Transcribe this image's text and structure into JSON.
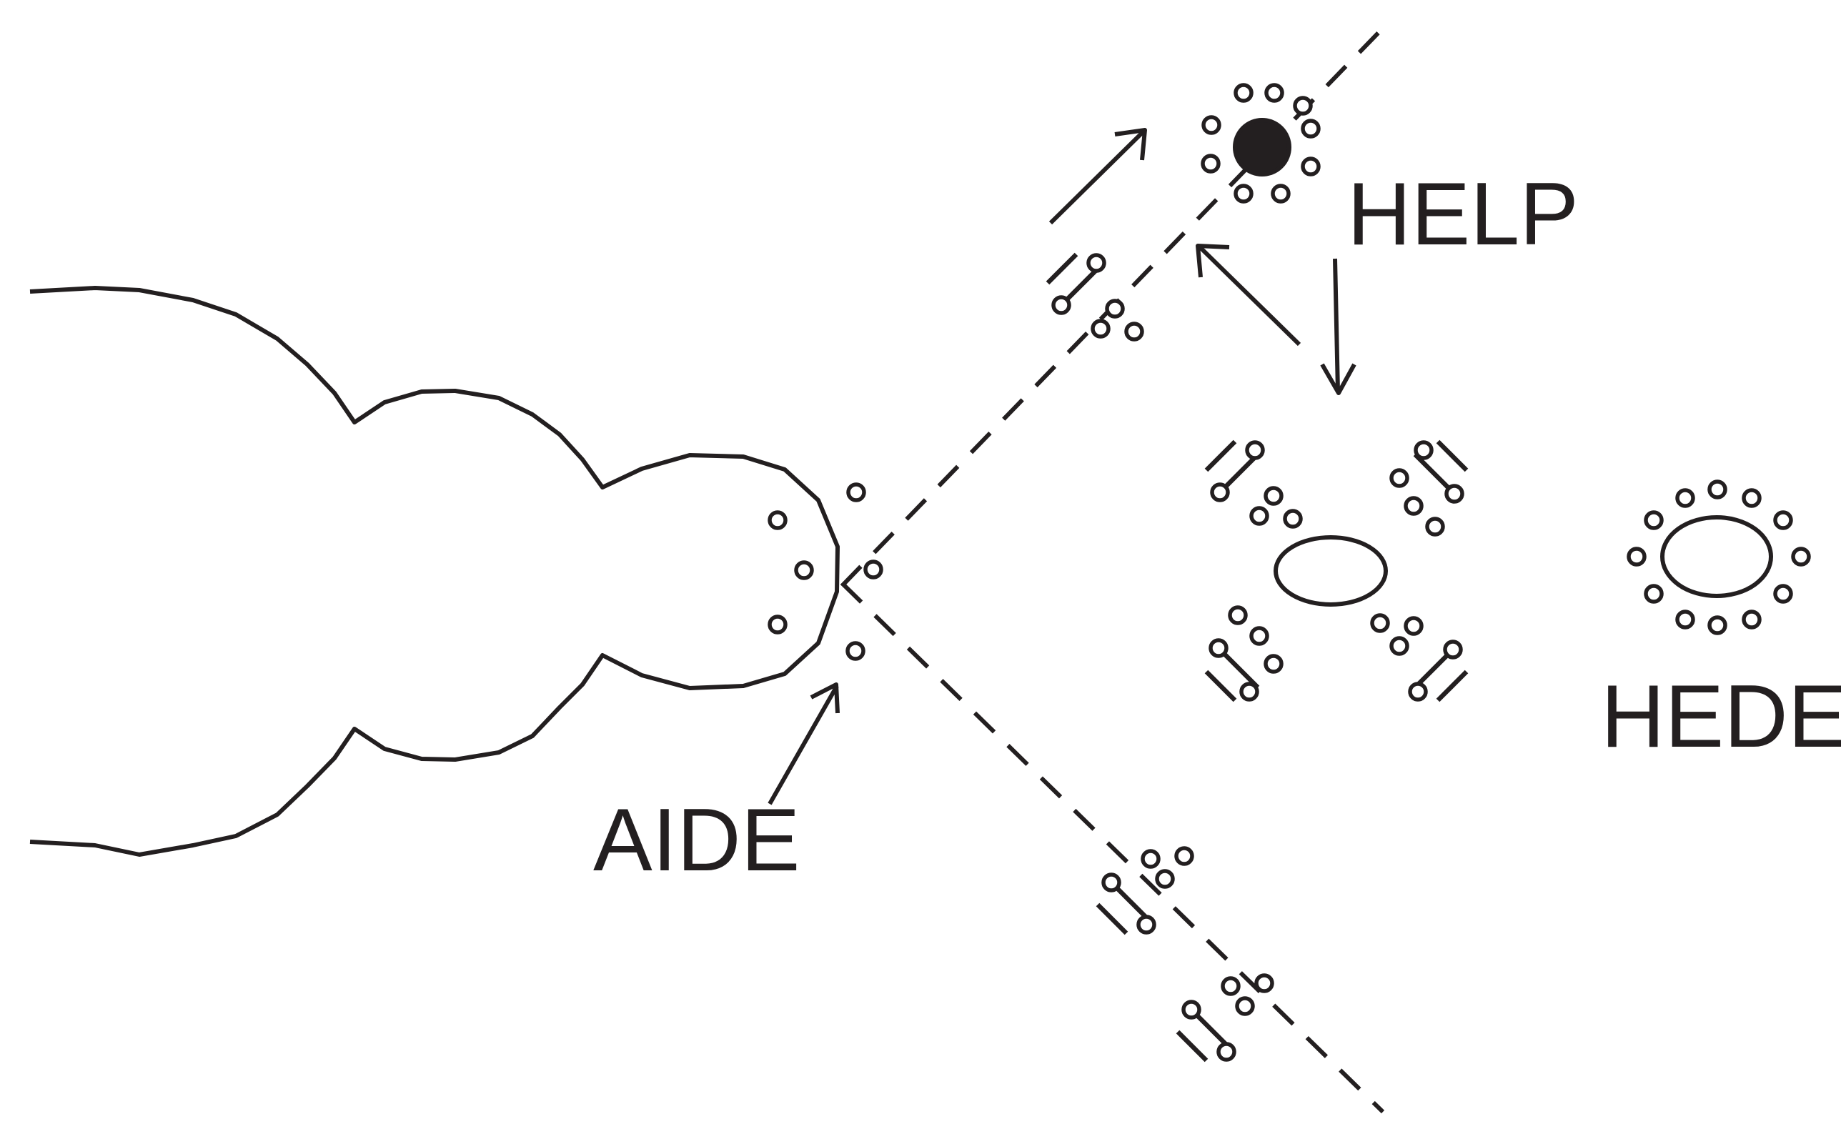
{
  "labels": {
    "help": "HELP",
    "aide": "AIDE",
    "hede": "HEDE"
  },
  "colors": {
    "ink": "#231f20",
    "background": "#ffffff",
    "target": "#231f20"
  },
  "icons": {
    "motif": "double-bar-with-dots-icon",
    "target": "filled-circle-icon",
    "cell": "ellipse-with-dots-icon"
  }
}
